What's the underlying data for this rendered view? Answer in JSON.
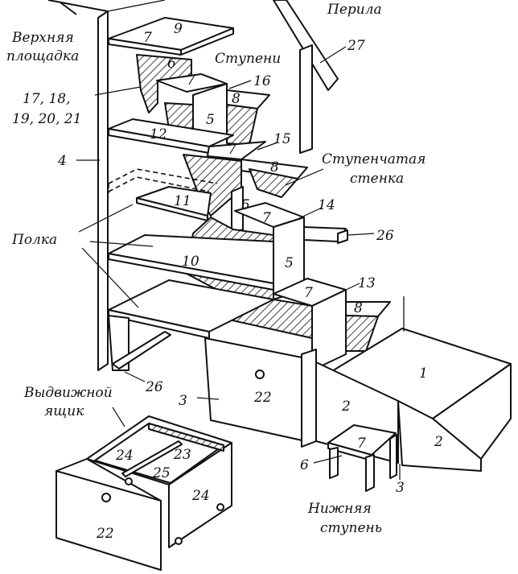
{
  "labels": {
    "railing": "Перила",
    "top_landing_1": "Верхняя",
    "top_landing_2": "площадка",
    "steps": "Ступени",
    "range_1": "17, 18,",
    "range_2": "19, 20, 21",
    "stepped_wall_1": "Ступенчатая",
    "stepped_wall_2": "стенка",
    "shelf": "Полка",
    "drawer_1": "Выдвижной",
    "drawer_2": "ящик",
    "bottom_step_1": "Нижняя",
    "bottom_step_2": "ступень"
  },
  "numbers": {
    "n1": "1",
    "n2a": "2",
    "n2b": "2",
    "n3a": "3",
    "n3b": "3",
    "n4": "4",
    "n5a": "5",
    "n5b": "5",
    "n5c": "5",
    "n6a": "6",
    "n6b": "6",
    "n7a": "7",
    "n7b": "7",
    "n7c": "7",
    "n7d": "7",
    "n7e": "7",
    "n7f": "7",
    "n8a": "8",
    "n8b": "8",
    "n8c": "8",
    "n9": "9",
    "n10": "10",
    "n11": "11",
    "n12": "12",
    "n13": "13",
    "n14": "14",
    "n15": "15",
    "n16": "16",
    "n22a": "22",
    "n22b": "22",
    "n23": "23",
    "n24a": "24",
    "n24b": "24",
    "n25": "25",
    "n26a": "26",
    "n26b": "26",
    "n27": "27"
  }
}
